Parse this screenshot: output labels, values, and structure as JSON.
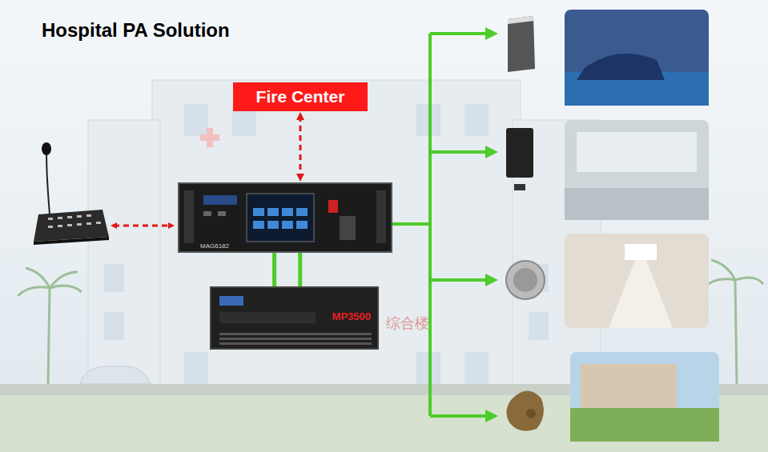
{
  "diagram": {
    "title": "Hospital PA Solution",
    "nodes": [
      {
        "text": [
          "Fire Center"
        ]
      },
      {
        "text": [
          "MAG6182"
        ]
      },
      {
        "text": [
          "MP3500"
        ]
      }
    ],
    "edges": [
      {
        "from": 0,
        "to": 1,
        "arrow": "both"
      },
      {
        "from": 1,
        "to": 2,
        "arrow": "none"
      },
      {
        "from": 1,
        "to": 2,
        "arrow": "none"
      }
    ],
    "labels": [
      "综合楼"
    ]
  }
}
